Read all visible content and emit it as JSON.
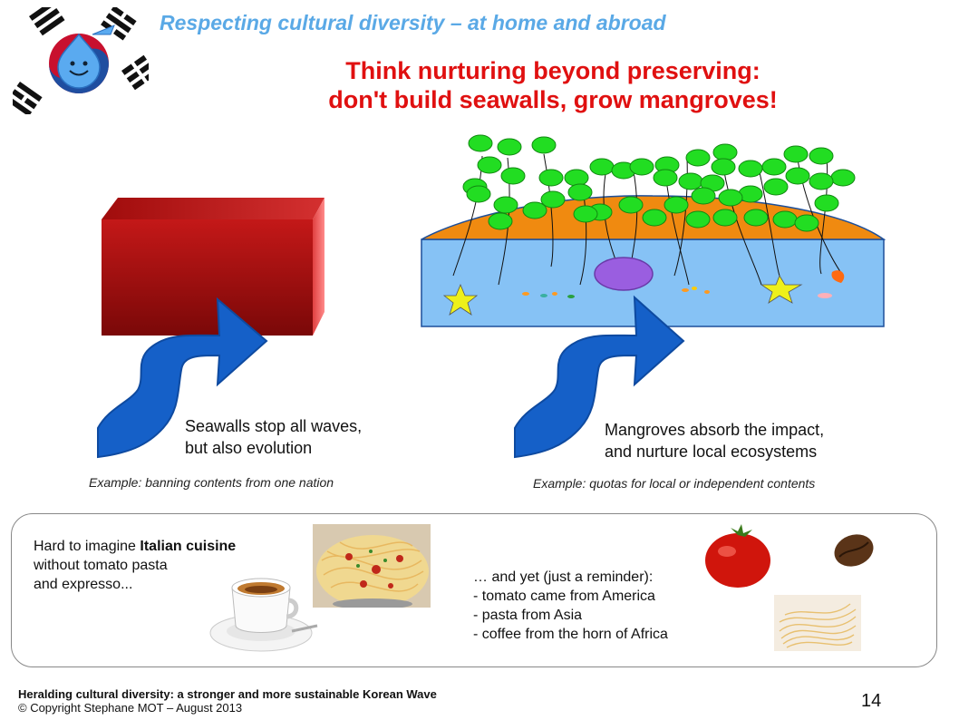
{
  "header": {
    "title": "Respecting cultural diversity – at home and abroad"
  },
  "headline": {
    "line1": "Think nurturing beyond preserving:",
    "line2": "don't build seawalls, grow mangroves!"
  },
  "left": {
    "caption_line1": "Seawalls stop all waves,",
    "caption_line2": "but also evolution",
    "example": "Example: banning contents from one nation"
  },
  "right": {
    "caption_line1": "Mangroves absorb the impact,",
    "caption_line2": "and nurture local ecosystems",
    "example": "Example: quotas for local or independent contents"
  },
  "panel": {
    "intro_prefix": "Hard to imagine ",
    "intro_bold": "Italian cuisine",
    "intro_line2": "without tomato pasta",
    "intro_line3": "and expresso...",
    "reminder_title": "… and yet (just a reminder):",
    "reminders": [
      "- tomato came from America",
      "- pasta from Asia",
      "- coffee from the horn of Africa"
    ]
  },
  "footer": {
    "title": "Heralding cultural diversity: a stronger and more sustainable Korean Wave",
    "copyright": "© Copyright Stephane MOT – August 2013",
    "page_number": "14"
  },
  "colors": {
    "header": "#5aa9e6",
    "headline": "#e01010",
    "arrow": "#1560c8",
    "seawall": "#b01010",
    "island": "#f08a10",
    "water": "#86c2f5",
    "leaf": "#22dd22"
  }
}
